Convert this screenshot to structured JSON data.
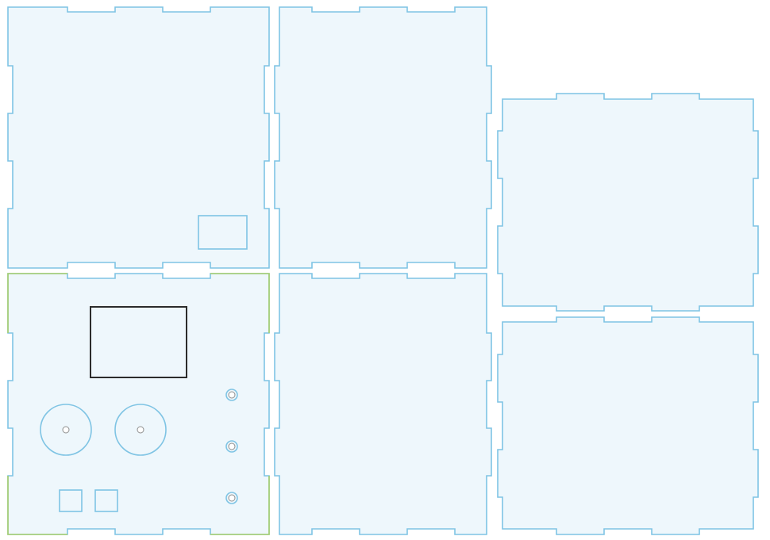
{
  "colors": {
    "panel_fill": "#eef7fc",
    "cut_stroke": "#7fc4e4",
    "dark_stroke": "#2b2b2b",
    "engrave_stroke": "#a9cf6a",
    "hole_inner_stroke": "#8e8e8e",
    "background": "#ffffff"
  },
  "panels": [
    {
      "name": "panel-top-left",
      "features": [
        "rectangular-cutout"
      ]
    },
    {
      "name": "panel-top-middle",
      "features": []
    },
    {
      "name": "panel-right-upper",
      "features": []
    },
    {
      "name": "panel-front",
      "features": [
        "display-window",
        "speaker-holes",
        "button-holes",
        "square-cutouts"
      ]
    },
    {
      "name": "panel-bottom-middle",
      "features": []
    },
    {
      "name": "panel-right-lower",
      "features": []
    }
  ]
}
